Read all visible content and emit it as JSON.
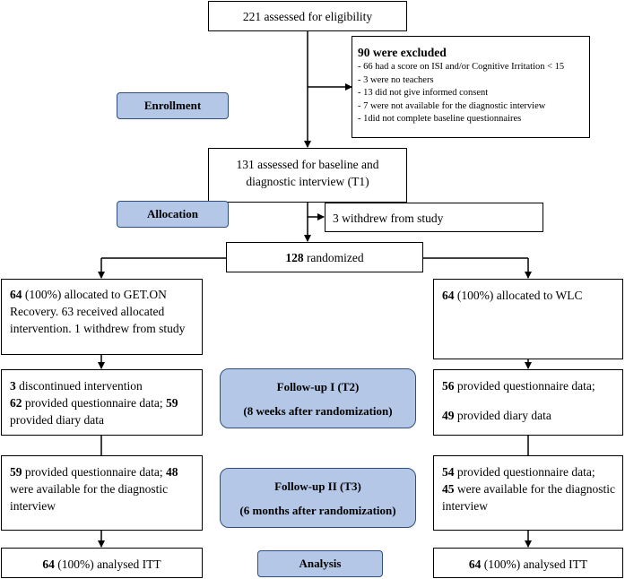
{
  "stages": {
    "enrollment": "Enrollment",
    "allocation": "Allocation",
    "followup1_title": "Follow-up I (T2)",
    "followup1_sub": "(8 weeks after randomization)",
    "followup2_title": "Follow-up II (T3)",
    "followup2_sub": "(6 months after randomization)",
    "analysis": "Analysis"
  },
  "assessed": {
    "text": "221 assessed for eligibility"
  },
  "excluded": {
    "title": "90 were excluded",
    "items": [
      "- 66 had a score on ISI and/or Cognitive Irritation < 15",
      "- 3 were no teachers",
      "- 13 did not give informed consent",
      "- 7 were not available for the diagnostic interview",
      "- 1did not complete baseline questionnaires"
    ]
  },
  "baseline": {
    "line1": "131 assessed for baseline and",
    "line2": "diagnostic interview (T1)"
  },
  "withdrew": {
    "text": "3 withdrew from study"
  },
  "randomized": {
    "num": "128",
    "text": " randomized"
  },
  "left": {
    "allocated": {
      "num": "64",
      "text": " (100%) allocated to GET.ON Recovery. 63 received allocated intervention. 1 withdrew from study"
    },
    "followup1": {
      "n1": "3",
      "t1": " discontinued intervention",
      "n2": "62",
      "t2": " provided questionnaire data; ",
      "n3": "59",
      "t3": " provided diary data"
    },
    "followup2": {
      "n1": "59",
      "t1": " provided questionnaire data; ",
      "n2": "48",
      "t2": " were available for the diagnostic interview"
    },
    "analysis": {
      "num": "64",
      "text": " (100%) analysed ITT"
    }
  },
  "right": {
    "allocated": {
      "num": "64",
      "text": " (100%) allocated to WLC"
    },
    "followup1": {
      "n1": "56",
      "t1": " provided questionnaire data;",
      "n2": "49",
      "t2": " provided diary data"
    },
    "followup2": {
      "n1": "54",
      "t1": " provided questionnaire data;",
      "n2": "45",
      "t2": " were available for the diagnostic interview"
    },
    "analysis": {
      "num": "64",
      "text": " (100%) analysed ITT"
    }
  }
}
